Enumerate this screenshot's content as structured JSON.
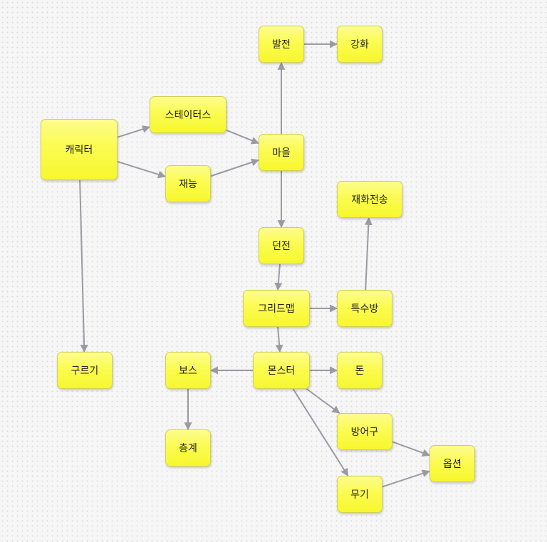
{
  "colors": {
    "node_fill": "#fbfb52",
    "node_border": "#d2cf55",
    "edge": "#9a9aa2"
  },
  "nodes": [
    {
      "id": "character",
      "label": "캐릭터"
    },
    {
      "id": "status",
      "label": "스테이터스"
    },
    {
      "id": "talent",
      "label": "재능"
    },
    {
      "id": "cloud",
      "label": "구르기"
    },
    {
      "id": "village",
      "label": "마을"
    },
    {
      "id": "develop",
      "label": "발전"
    },
    {
      "id": "enhance",
      "label": "강화"
    },
    {
      "id": "dungeon",
      "label": "던전"
    },
    {
      "id": "gridmap",
      "label": "그리드맵"
    },
    {
      "id": "special_room",
      "label": "특수방"
    },
    {
      "id": "reincarnation",
      "label": "재화전송"
    },
    {
      "id": "monster",
      "label": "몬스터"
    },
    {
      "id": "boss",
      "label": "보스"
    },
    {
      "id": "floor",
      "label": "층계"
    },
    {
      "id": "money",
      "label": "돈"
    },
    {
      "id": "armor",
      "label": "방어구"
    },
    {
      "id": "weapon",
      "label": "무기"
    },
    {
      "id": "option",
      "label": "옵션"
    }
  ],
  "edges": [
    {
      "from": "character",
      "to": "status"
    },
    {
      "from": "character",
      "to": "talent"
    },
    {
      "from": "character",
      "to": "cloud"
    },
    {
      "from": "status",
      "to": "village"
    },
    {
      "from": "talent",
      "to": "village"
    },
    {
      "from": "village",
      "to": "develop"
    },
    {
      "from": "develop",
      "to": "enhance"
    },
    {
      "from": "village",
      "to": "dungeon"
    },
    {
      "from": "dungeon",
      "to": "gridmap"
    },
    {
      "from": "gridmap",
      "to": "special_room"
    },
    {
      "from": "special_room",
      "to": "reincarnation"
    },
    {
      "from": "gridmap",
      "to": "monster"
    },
    {
      "from": "monster",
      "to": "boss"
    },
    {
      "from": "boss",
      "to": "floor"
    },
    {
      "from": "monster",
      "to": "money"
    },
    {
      "from": "monster",
      "to": "armor"
    },
    {
      "from": "monster",
      "to": "weapon"
    },
    {
      "from": "armor",
      "to": "option"
    },
    {
      "from": "weapon",
      "to": "option"
    }
  ]
}
